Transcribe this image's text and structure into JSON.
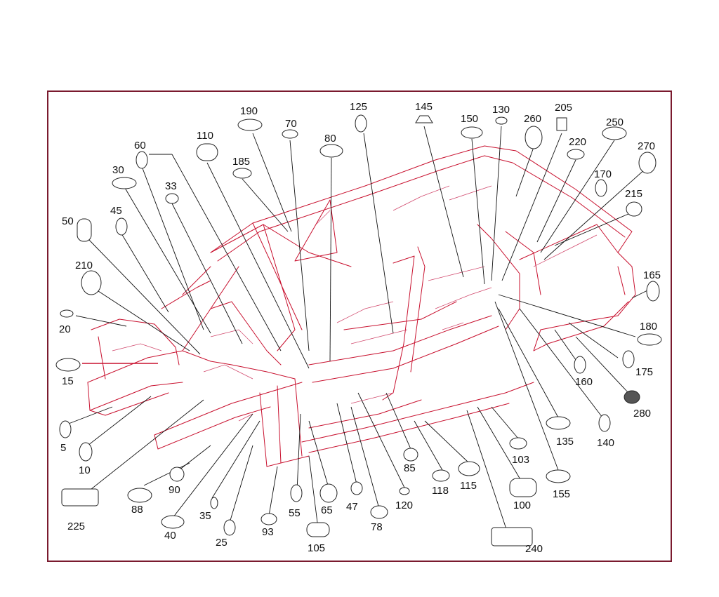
{
  "colors": {
    "frame": "#7a1a2e",
    "drawing": "#c8102e",
    "leader": "#111111",
    "background": "#ffffff"
  },
  "callouts": [
    {
      "id": "c190",
      "label": "190"
    },
    {
      "id": "c70",
      "label": "70"
    },
    {
      "id": "c125",
      "label": "125"
    },
    {
      "id": "c145",
      "label": "145"
    },
    {
      "id": "c150",
      "label": "150"
    },
    {
      "id": "c130",
      "label": "130"
    },
    {
      "id": "c260",
      "label": "260"
    },
    {
      "id": "c205",
      "label": "205"
    },
    {
      "id": "c250",
      "label": "250"
    },
    {
      "id": "c110",
      "label": "110"
    },
    {
      "id": "c80",
      "label": "80"
    },
    {
      "id": "c220",
      "label": "220"
    },
    {
      "id": "c270",
      "label": "270"
    },
    {
      "id": "c60",
      "label": "60"
    },
    {
      "id": "c185",
      "label": "185"
    },
    {
      "id": "c170",
      "label": "170"
    },
    {
      "id": "c30",
      "label": "30"
    },
    {
      "id": "c33",
      "label": "33"
    },
    {
      "id": "c215",
      "label": "215"
    },
    {
      "id": "c45",
      "label": "45"
    },
    {
      "id": "c50",
      "label": "50"
    },
    {
      "id": "c210",
      "label": "210"
    },
    {
      "id": "c165",
      "label": "165"
    },
    {
      "id": "c20",
      "label": "20"
    },
    {
      "id": "c180",
      "label": "180"
    },
    {
      "id": "c15",
      "label": "15"
    },
    {
      "id": "c175",
      "label": "175"
    },
    {
      "id": "c160",
      "label": "160"
    },
    {
      "id": "c280",
      "label": "280"
    },
    {
      "id": "c5",
      "label": "5"
    },
    {
      "id": "c135",
      "label": "135"
    },
    {
      "id": "c140",
      "label": "140"
    },
    {
      "id": "c10",
      "label": "10"
    },
    {
      "id": "c103",
      "label": "103"
    },
    {
      "id": "c85",
      "label": "85"
    },
    {
      "id": "c90",
      "label": "90"
    },
    {
      "id": "c115",
      "label": "115"
    },
    {
      "id": "c118",
      "label": "118"
    },
    {
      "id": "c155",
      "label": "155"
    },
    {
      "id": "c88",
      "label": "88"
    },
    {
      "id": "c225",
      "label": "225"
    },
    {
      "id": "c35",
      "label": "35"
    },
    {
      "id": "c55",
      "label": "55"
    },
    {
      "id": "c65",
      "label": "65"
    },
    {
      "id": "c47",
      "label": "47"
    },
    {
      "id": "c120",
      "label": "120"
    },
    {
      "id": "c100",
      "label": "100"
    },
    {
      "id": "c40",
      "label": "40"
    },
    {
      "id": "c93",
      "label": "93"
    },
    {
      "id": "c78",
      "label": "78"
    },
    {
      "id": "c25",
      "label": "25"
    },
    {
      "id": "c105",
      "label": "105"
    },
    {
      "id": "c240",
      "label": "240"
    }
  ]
}
